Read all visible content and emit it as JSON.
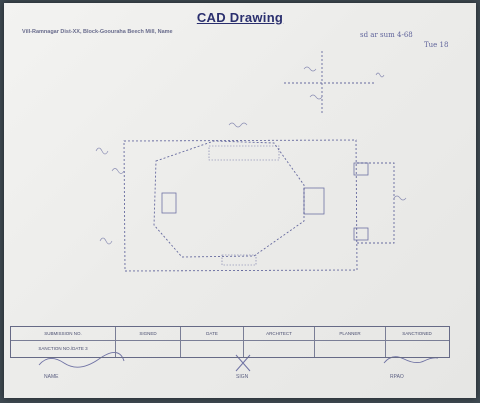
{
  "document": {
    "title": "CAD Drawing",
    "subtitle": "Vill-Ramnagar Dist-XX, Block-Goouraha Beech Mill, Name",
    "handwritten_note_line1": "sd ar sum 4-68",
    "handwritten_note_line2": "Tue 18"
  },
  "table": {
    "headers": [
      "SUBMISSION NO.",
      "SIGNED",
      "DATE",
      "ARCHITECT",
      "PLANNER",
      "SANCTIONED"
    ],
    "row2": [
      "SANCTION NO./DATE 3"
    ]
  },
  "signatures": {
    "left_label": "NAME",
    "middle_label": "SIGN",
    "right_label": "RPAO"
  },
  "colors": {
    "ink": "#3a3f86",
    "paper": "#eeeeec",
    "background": "#3f4a52"
  }
}
